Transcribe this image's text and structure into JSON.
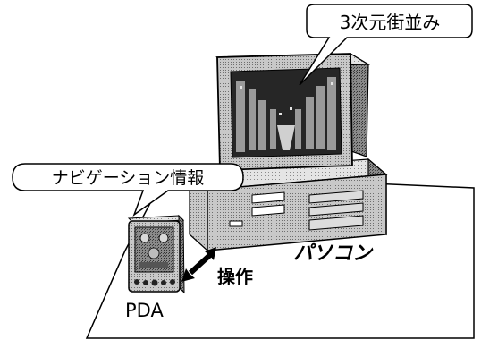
{
  "labels": {
    "city_bubble": "3次元街並み",
    "nav_bubble": "ナビゲーション情報",
    "pc": "パソコン",
    "operation": "操作",
    "pda": "PDA"
  },
  "colors": {
    "screen": "#2b2b2b",
    "monitor": "#9a9a9a",
    "case": "#8c8c8c",
    "outline": "#000000"
  }
}
